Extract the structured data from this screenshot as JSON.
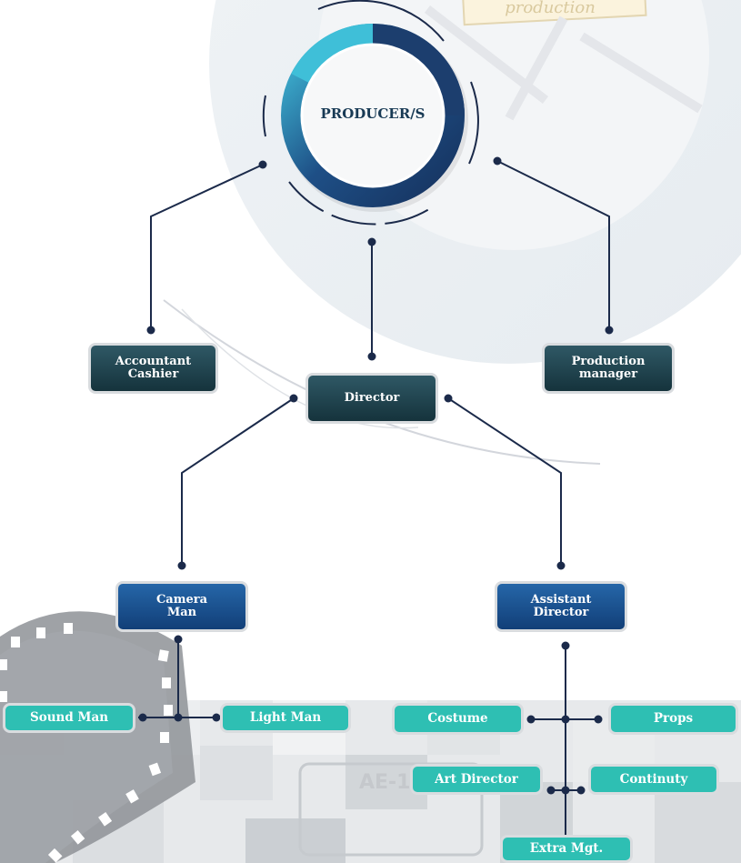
{
  "producer": {
    "label": "PRODUCER/S"
  },
  "roles": {
    "accountant": "Accountant\nCashier",
    "director": "Director",
    "production_manager": "Production\nmanager",
    "camera_man": "Camera\nMan",
    "assistant_director": "Assistant\nDirector",
    "sound_man": "Sound Man",
    "light_man": "Light Man",
    "costume": "Costume",
    "props": "Props",
    "art_director": "Art Director",
    "continuity": "Continuty",
    "extra_mgt": "Extra Mgt."
  },
  "background_text": {
    "sign": "production",
    "camera_badge": "AE-1"
  },
  "colors": {
    "line": "#1b2a4a",
    "dark_box": "#1c3f49",
    "blue_box": "#1a5596",
    "teal_box": "#2ebfb3",
    "box_border": "#d9dcdf",
    "ring_dark": "#1d3f73",
    "ring_light": "#39b8d6"
  }
}
